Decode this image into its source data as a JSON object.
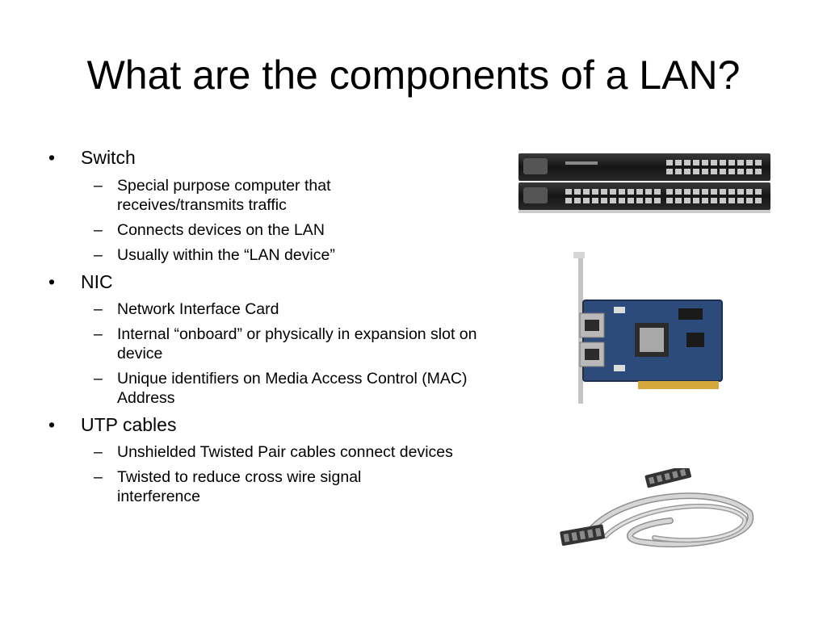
{
  "slide": {
    "title": "What are the components of a LAN?",
    "bullet_glyph": "•",
    "dash_glyph": "–",
    "sections": [
      {
        "heading": "Switch",
        "items": [
          "Special purpose computer that receives/transmits traffic",
          "Connects devices on the LAN",
          "Usually within the “LAN device”"
        ]
      },
      {
        "heading": "NIC",
        "items": [
          "Network Interface Card",
          "Internal “onboard” or physically in expansion slot on device",
          "Unique identifiers on Media Access Control (MAC) Address"
        ]
      },
      {
        "heading": "UTP cables",
        "items": [
          "Unshielded Twisted Pair cables connect devices",
          "Twisted to reduce cross wire signal interference"
        ]
      }
    ]
  }
}
